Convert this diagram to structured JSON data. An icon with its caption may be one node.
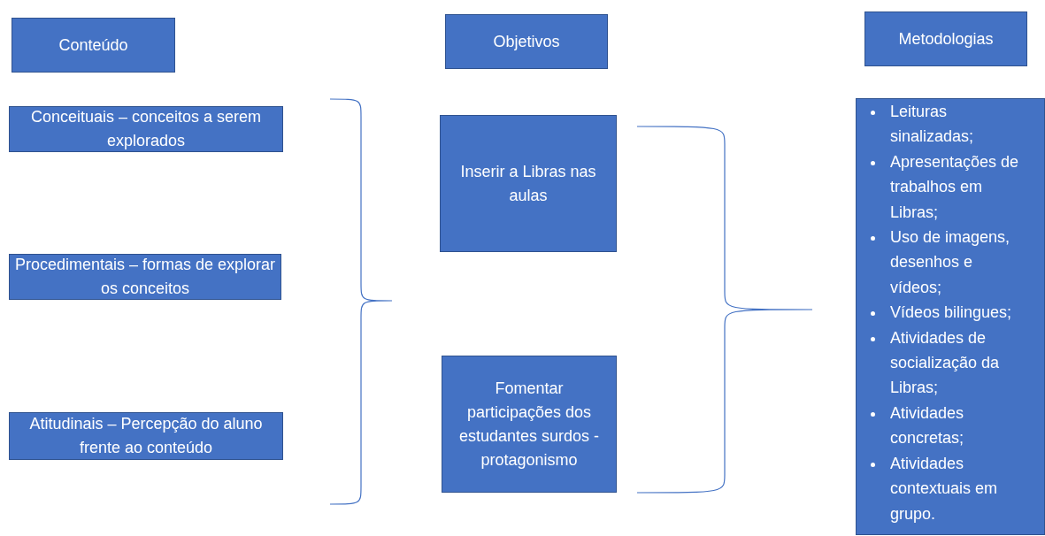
{
  "diagram": {
    "nodes": [
      {
        "text": [
          "Conteúdo"
        ]
      },
      {
        "text": [
          "Objetivos"
        ]
      },
      {
        "text": [
          "Metodologias"
        ]
      },
      {
        "text": [
          "Conceituais – conceitos a serem explorados"
        ]
      },
      {
        "text": [
          "Procedimentais – formas de explorar os conceitos"
        ]
      },
      {
        "text": [
          "Atitudinais – Percepção do aluno frente ao conteúdo"
        ]
      },
      {
        "text": [
          "Inserir a Libras nas aulas"
        ]
      },
      {
        "text": [
          "Fomentar participações dos estudantes surdos - protagonismo"
        ]
      },
      {
        "text": [
          "Leituras sinalizadas;",
          "Apresentações de trabalhos em Libras;",
          "Uso de imagens, desenhos e vídeos;",
          "Vídeos bilingues;",
          "Atividades de socialização da Libras;",
          "Atividades concretas;",
          "Atividades contextuais em grupo."
        ]
      }
    ]
  }
}
